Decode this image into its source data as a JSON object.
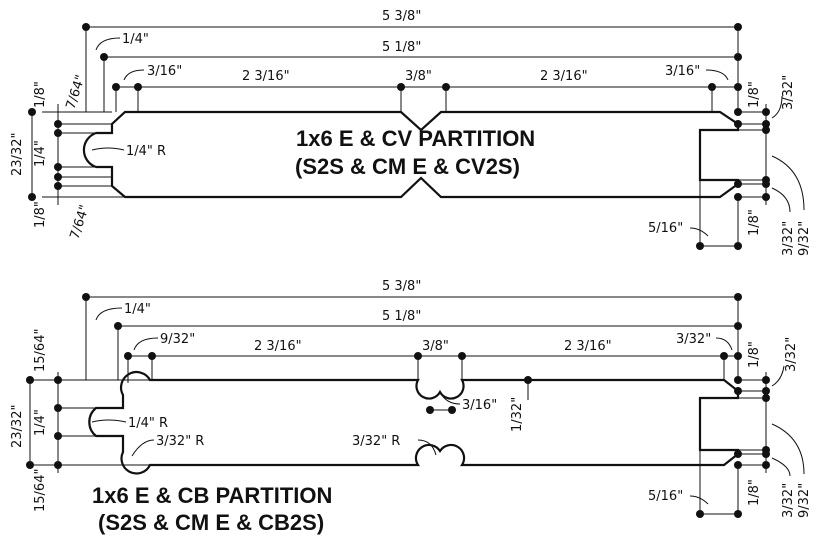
{
  "diagram_top": {
    "title_line1": "1x6 E & CV PARTITION",
    "title_line2": "(S2S & CM E & CV2S)",
    "dims": {
      "overall_width": "5 3/8\"",
      "face_width": "5 1/8\"",
      "tongue_offset": "1/4\"",
      "left_chamfer": "3/16\"",
      "right_chamfer": "3/16\"",
      "face_left": "2 3/16\"",
      "face_right": "2 3/16\"",
      "v_groove": "3/8\"",
      "left_top_edge": "1/8\"",
      "left_top_chamfer": "7/64\"",
      "thickness": "23/32\"",
      "tongue_thickness": "1/4\"",
      "left_bottom_edge": "1/8\"",
      "left_bottom_chamfer": "7/64\"",
      "tongue_radius": "1/4\" R",
      "right_top_edge": "1/8\"",
      "right_top_chamfer": "3/32\"",
      "groove_depth": "5/16\"",
      "right_bottom_edge": "1/8\"",
      "right_bottom_chamfer": "3/32\"",
      "groove_width": "9/32\""
    }
  },
  "diagram_bottom": {
    "title_line1": "1x6 E & CB PARTITION",
    "title_line2": "(S2S & CM E & CB2S)",
    "dims": {
      "overall_width": "5 3/8\"",
      "face_width": "5 1/8\"",
      "tongue_offset": "1/4\"",
      "left_bead": "9/32\"",
      "right_chamfer": "3/32\"",
      "face_left": "2 3/16\"",
      "face_right": "2 3/16\"",
      "center_bead": "3/8\"",
      "left_top_edge": "15/64\"",
      "thickness": "23/32\"",
      "tongue_thickness": "1/4\"",
      "left_bottom_edge": "15/64\"",
      "tongue_radius": "1/4\" R",
      "bead_radius_left": "3/32\" R",
      "bead_radius_center": "3/32\" R",
      "bead_depth": "3/16\"",
      "bead_height": "1/32\"",
      "right_top_edge": "1/8\"",
      "right_top_chamfer": "3/32\"",
      "groove_depth": "5/16\"",
      "right_bottom_edge": "1/8\"",
      "right_bottom_chamfer": "3/32\"",
      "groove_width": "9/32\""
    }
  }
}
